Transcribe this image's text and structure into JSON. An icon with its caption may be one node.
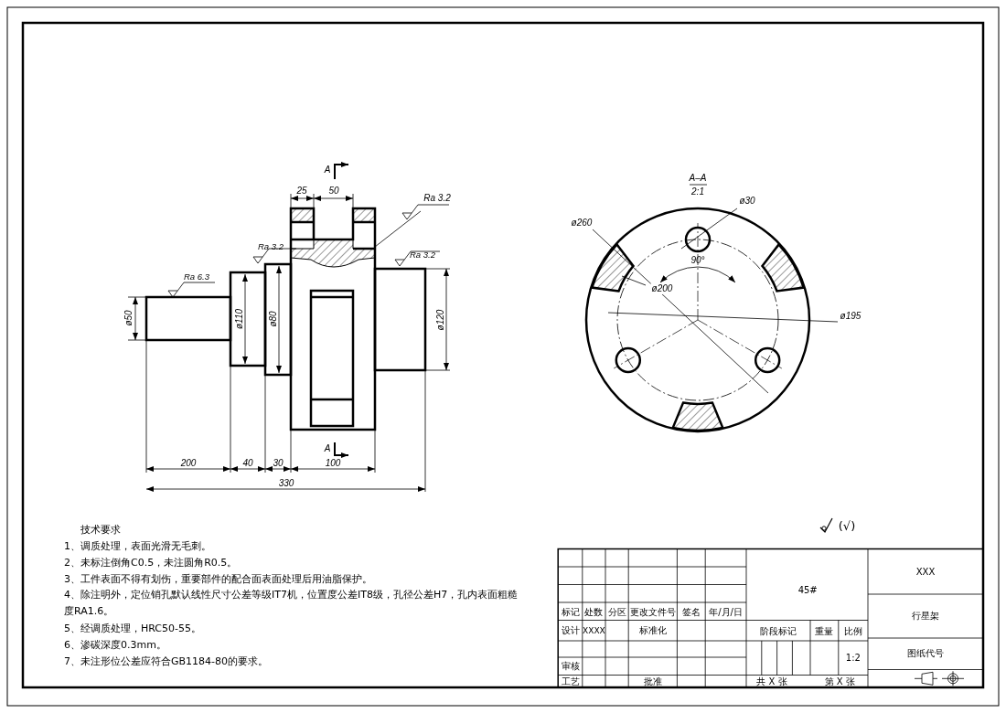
{
  "diagram": {
    "nodes": [
      {
        "text": [
          "Ra 3.2"
        ]
      },
      {
        "text": [
          "ø30"
        ]
      },
      {
        "text": [
          "ø260"
        ]
      },
      {
        "text": [
          "ø200"
        ]
      },
      {
        "text": [
          "ø195"
        ]
      }
    ],
    "edges": [
      {
        "from": 0,
        "to": null,
        "arrow": "none"
      },
      {
        "from": 1,
        "to": null,
        "arrow": "none"
      },
      {
        "from": 2,
        "to": null,
        "arrow": "none"
      },
      {
        "from": 3,
        "to": null,
        "arrow": "none"
      },
      {
        "from": 4,
        "to": null,
        "arrow": "none"
      }
    ],
    "labels": [
      "A",
      "25",
      "50",
      "Ra 3.2",
      "Ra 3.2",
      "Ra 6.3",
      "ø50",
      "ø110",
      "ø80",
      "ø120",
      "A",
      "200",
      "40",
      "30",
      "100",
      "330",
      "A–A",
      "2:1",
      "90°",
      "技术要求",
      "1、调质处理，表面光滑无毛刺。",
      "2、未标注倒角C0.5，未注圆角R0.5。",
      "3、工件表面不得有划伤，重要部件的配合面表面处理后用油脂保护。",
      "4、除注明外，定位销孔默认线性尺寸公差等级IT7机，位置度公差IT8级，孔径公差H7，孔内表面粗糙度RA1.6。",
      "5、经调质处理，HRC50-55。",
      "6、渗碳深度0.3mm。",
      "7、未注形位公差应符合GB1184-80的要求。",
      "(√)",
      "45#",
      "XXX",
      "标记",
      "处数",
      "分区",
      "更改文件号",
      "签名",
      "年/月/日",
      "设计",
      "XXXX",
      "标准化",
      "阶段标记",
      "重量",
      "比例",
      "1:2",
      "行星架",
      "图纸代号",
      "审核",
      "工艺",
      "批准",
      "共 X 张",
      "第 X 张"
    ]
  }
}
